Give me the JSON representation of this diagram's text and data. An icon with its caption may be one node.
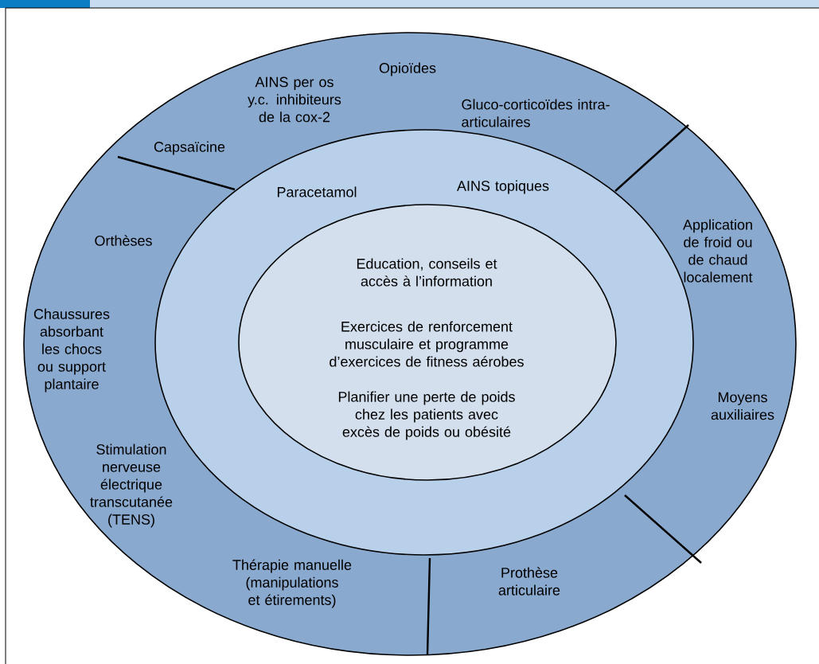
{
  "diagram": {
    "nodes": [
      {
        "text": [
          "Opioïdes",
          "AINS per os y.c. inhibiteurs de la cox-2",
          "Gluco-corticoïdes intra-articulaires",
          "Capsaïcine",
          "Orthèses",
          "Application de froid ou de chaud localement",
          "Chaussures absorbant les chocs ou support plantaire",
          "Moyens auxiliaires",
          "Stimulation nerveuse électrique transcutanée (TENS)",
          "Thérapie manuelle (manipulations et étirements)",
          "Prothèse articulaire"
        ]
      },
      {
        "text": [
          "Paracetamol",
          "AINS topiques"
        ],
        "in": 0
      },
      {
        "text": [
          "Education, conseils et accès à l’information",
          "Exercices de renforcement musculaire et programme d’exercices de fitness aérobes",
          "Planifier une perte de poids chez les patients avec excès de poids ou obésité"
        ],
        "in": 1
      }
    ]
  }
}
